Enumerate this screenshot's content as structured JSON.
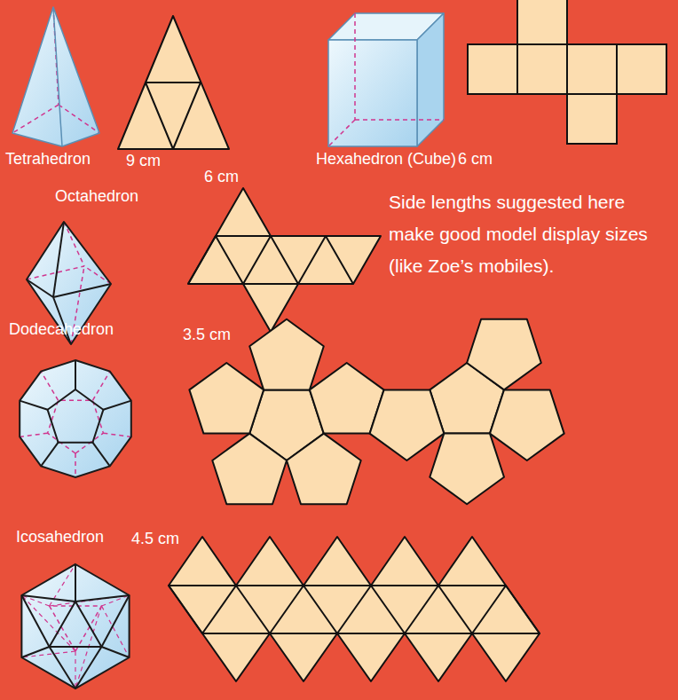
{
  "diagram": {
    "labels": [
      "Tetrahedron",
      "9 cm",
      "Hexahedron (Cube)",
      "6 cm",
      "Octahedron",
      "6 cm",
      "Side lengths suggested here make good model display sizes (like Zoe’s mobiles).",
      "Dodecahedron",
      "3.5 cm",
      "Icosahedron",
      "4.5 cm"
    ]
  }
}
